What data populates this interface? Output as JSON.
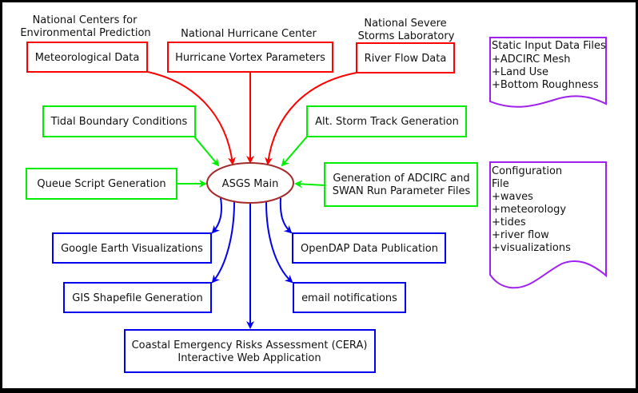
{
  "colors": {
    "source": "#ff0000",
    "process": "#00ee00",
    "output": "#0000ee",
    "file": "#a020f0",
    "main": "#a52a2a"
  },
  "main": {
    "label": "ASGS Main"
  },
  "sources": [
    {
      "provider": [
        "National Centers for",
        "Environmental Prediction"
      ],
      "label": "Meteorological Data"
    },
    {
      "provider": [
        "National Hurricane Center"
      ],
      "label": "Hurricane Vortex Parameters"
    },
    {
      "provider": [
        "National Severe",
        "Storms Laboratory"
      ],
      "label": "River Flow Data"
    }
  ],
  "processes": [
    {
      "label": [
        "Tidal Boundary Conditions"
      ]
    },
    {
      "label": [
        "Alt. Storm Track Generation"
      ]
    },
    {
      "label": [
        "Queue Script Generation"
      ]
    },
    {
      "label": [
        "Generation of ADCIRC and",
        "SWAN Run Parameter Files"
      ]
    }
  ],
  "outputs": [
    {
      "label": [
        "Google Earth Visualizations"
      ]
    },
    {
      "label": [
        "OpenDAP Data Publication"
      ]
    },
    {
      "label": [
        "GIS Shapefile Generation"
      ]
    },
    {
      "label": [
        "email notifications"
      ]
    },
    {
      "label": [
        "Coastal Emergency Risks Assessment (CERA)",
        "Interactive Web Application"
      ]
    }
  ],
  "files": [
    {
      "lines": [
        "Static Input Data Files",
        "+ADCIRC Mesh",
        "+Land Use",
        "+Bottom Roughness"
      ]
    },
    {
      "lines": [
        "Configuration",
        "File",
        "+waves",
        "+meteorology",
        "+tides",
        "+river flow",
        "+visualizations"
      ]
    }
  ]
}
